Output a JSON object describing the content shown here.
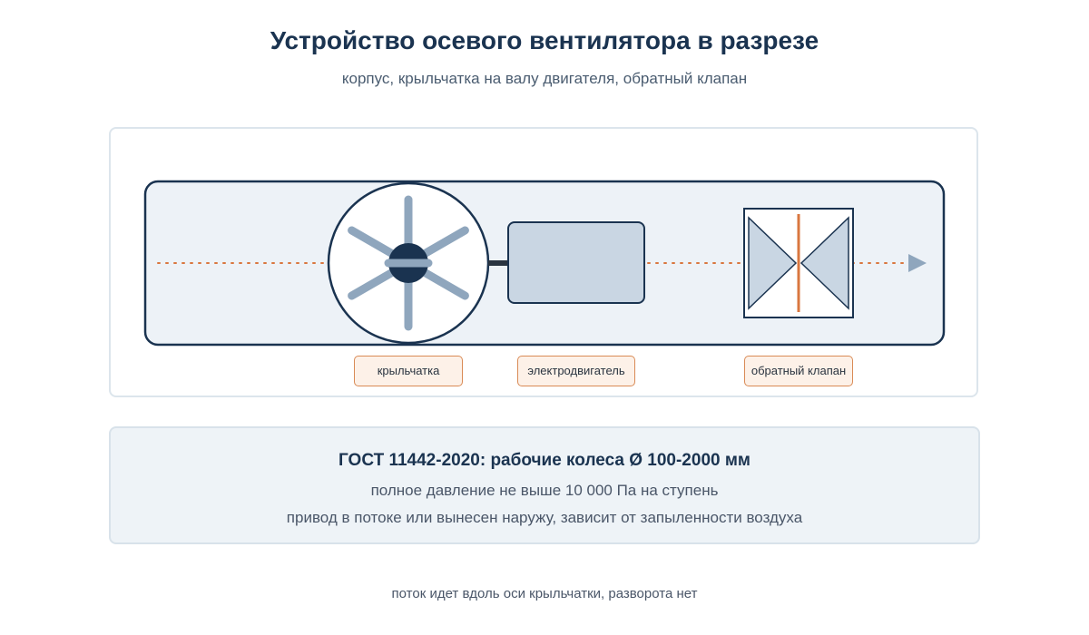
{
  "header": {
    "title": "Устройство осевого вентилятора в разрезе",
    "subtitle": "корпус, крыльчатка на валу двигателя, обратный клапан"
  },
  "diagram": {
    "labels": {
      "impeller": "крыльчатка",
      "motor": "электродвигатель",
      "check_valve": "обратный клапан"
    },
    "colors": {
      "housing_stroke": "#1a3350",
      "housing_fill": "#edf2f7",
      "blade": "#8fa6bd",
      "hub": "#1a3350",
      "motor_fill": "#c9d6e3",
      "flow_line": "#d9773f",
      "flow_arrow": "#8fa6bd",
      "valve_plate": "#d9773f"
    }
  },
  "info": {
    "title": "ГОСТ 11442-2020: рабочие колеса Ø 100-2000 мм",
    "line1": "полное давление не выше 10 000 Па на ступень",
    "line2": "привод в потоке или вынесен наружу, зависит от запыленности воздуха"
  },
  "footer": {
    "note": "поток идет вдоль оси крыльчатки, разворота нет"
  }
}
